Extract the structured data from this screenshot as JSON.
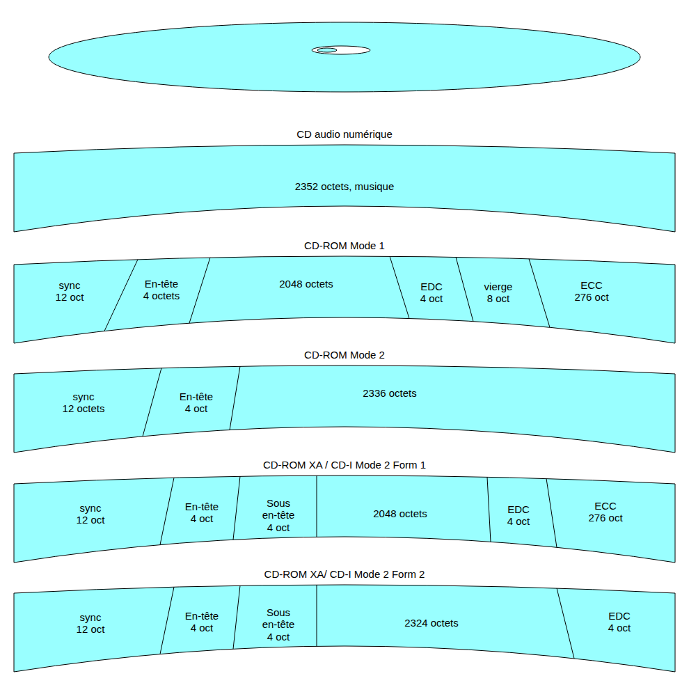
{
  "diagram": {
    "nodes": [
      {
        "text": [
          "CD audio numérique",
          "2352 octets, musique"
        ]
      },
      {
        "text": [
          "CD-ROM Mode 1"
        ]
      },
      {
        "text": [
          "sync 12 oct"
        ],
        "in": 1
      },
      {
        "text": [
          "En-tête 4 octets"
        ],
        "in": 1
      },
      {
        "text": [
          "2048 octets"
        ],
        "in": 1
      },
      {
        "text": [
          "EDC 4 oct"
        ],
        "in": 1
      },
      {
        "text": [
          "vierge 8 oct"
        ],
        "in": 1
      },
      {
        "text": [
          "ECC 276 oct"
        ],
        "in": 1
      },
      {
        "text": [
          "CD-ROM Mode 2"
        ]
      },
      {
        "text": [
          "sync 12 octets"
        ],
        "in": 8
      },
      {
        "text": [
          "En-tête 4 oct"
        ],
        "in": 8
      },
      {
        "text": [
          "2336 octets"
        ],
        "in": 8
      },
      {
        "text": [
          "CD-ROM XA / CD-I Mode 2 Form 1"
        ]
      },
      {
        "text": [
          "sync 12 oct"
        ],
        "in": 12
      },
      {
        "text": [
          "En-tête 4 oct"
        ],
        "in": 12
      },
      {
        "text": [
          "Sous en-tête 4 oct"
        ],
        "in": 12
      },
      {
        "text": [
          "2048 octets"
        ],
        "in": 12
      },
      {
        "text": [
          "EDC 4 oct"
        ],
        "in": 12
      },
      {
        "text": [
          "ECC 276 oct"
        ],
        "in": 12
      },
      {
        "text": [
          "CD-ROM XA/ CD-I Mode 2 Form 2"
        ]
      },
      {
        "text": [
          "sync 12 oct"
        ],
        "in": 19
      },
      {
        "text": [
          "En-tête 4 oct"
        ],
        "in": 19
      },
      {
        "text": [
          "Sous en-tête 4 oct"
        ],
        "in": 19
      },
      {
        "text": [
          "2324 octets"
        ],
        "in": 19
      },
      {
        "text": [
          "EDC 4 oct"
        ],
        "in": 19
      }
    ]
  }
}
